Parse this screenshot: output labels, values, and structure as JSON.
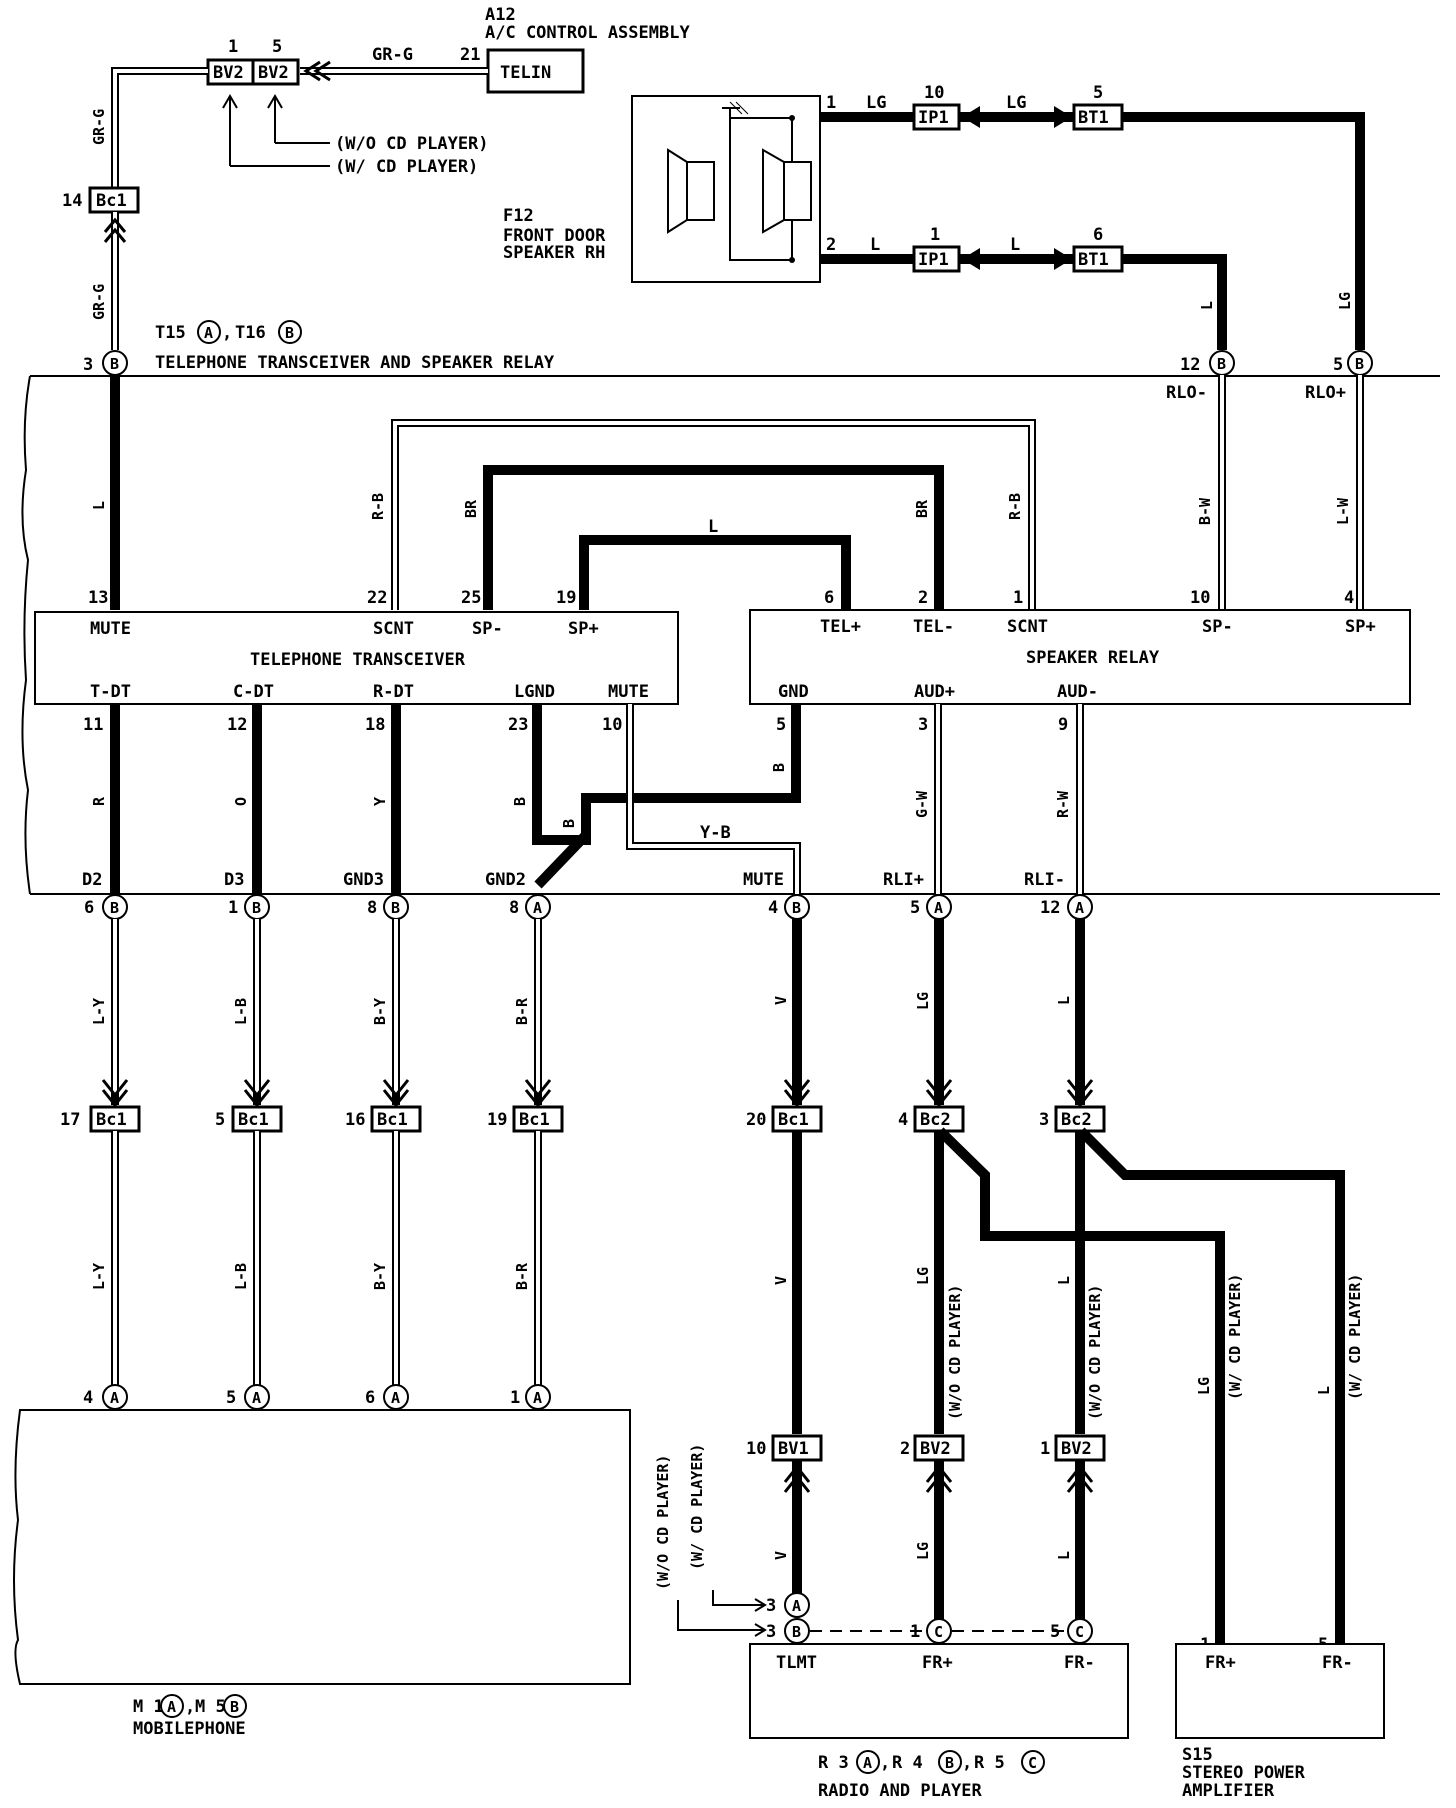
{
  "a12": {
    "code": "A12",
    "name": "A/C CONTROL ASSEMBLY",
    "terminal": "TELIN",
    "pin": "21",
    "wire": "GR-G"
  },
  "bv2_top": {
    "pins": [
      "1",
      "5"
    ],
    "label": "BV2"
  },
  "cd_notes": {
    "without": "(W/O CD PLAYER)",
    "with": "(W/ CD PLAYER)"
  },
  "bc1_top": {
    "pin": "14",
    "label": "Bc1",
    "wire_up": "GR-G",
    "wire_down": "GR-G"
  },
  "f12": {
    "code": "F12",
    "line1": "FRONT DOOR",
    "line2": "SPEAKER RH",
    "pin1": "1",
    "pin2": "2"
  },
  "ip1": {
    "label": "IP1",
    "pin_top": "10",
    "pin_bot": "1"
  },
  "bt1": {
    "label": "BT1",
    "pin_top": "5",
    "pin_bot": "6"
  },
  "spk_wires": {
    "lg": "LG",
    "l": "L"
  },
  "t15": {
    "title_prefix": "T15",
    "title_mid": "T16",
    "connA": "A",
    "connB": "B",
    "name": "TELEPHONE TRANSCEIVER AND SPEAKER RELAY"
  },
  "t15_pins": {
    "p3": "3",
    "p12": "12",
    "p5": "5"
  },
  "relay_out": {
    "rlo_minus": "RLO-",
    "rlo_plus": "RLO+",
    "w1": "B-W",
    "w2": "L-W",
    "w3": "L",
    "w4": "LG"
  },
  "internal_wires": {
    "l": "L",
    "rb": "R-B",
    "br": "BR",
    "b": "B",
    "yb": "Y-B",
    "gw": "G-W",
    "rw": "R-W",
    "r": "R",
    "o": "O",
    "y": "Y"
  },
  "transceiver": {
    "name": "TELEPHONE TRANSCEIVER",
    "top_pins": [
      {
        "n": "13",
        "t": "MUTE"
      },
      {
        "n": "22",
        "t": "SCNT"
      },
      {
        "n": "25",
        "t": "SP-"
      },
      {
        "n": "19",
        "t": "SP+"
      }
    ],
    "bottom_pins": [
      {
        "n": "11",
        "t": "T-DT"
      },
      {
        "n": "12",
        "t": "C-DT"
      },
      {
        "n": "18",
        "t": "R-DT"
      },
      {
        "n": "23",
        "t": "LGND"
      },
      {
        "n": "10",
        "t": "MUTE"
      }
    ]
  },
  "relay": {
    "name": "SPEAKER RELAY",
    "top_pins": [
      {
        "n": "6",
        "t": "TEL+"
      },
      {
        "n": "2",
        "t": "TEL-"
      },
      {
        "n": "1",
        "t": "SCNT"
      },
      {
        "n": "10",
        "t": "SP-"
      },
      {
        "n": "4",
        "t": "SP+"
      }
    ],
    "bottom_pins": [
      {
        "n": "5",
        "t": "GND"
      },
      {
        "n": "3",
        "t": "AUD+"
      },
      {
        "n": "9",
        "t": "AUD-"
      }
    ]
  },
  "lower_labels": [
    "D2",
    "D3",
    "GND3",
    "GND2",
    "MUTE",
    "RLI+",
    "RLI-"
  ],
  "lower_pins": [
    "6",
    "1",
    "8",
    "8",
    "4",
    "5",
    "12"
  ],
  "lower_conns": [
    "B",
    "B",
    "B",
    "A",
    "B",
    "A",
    "A"
  ],
  "wires_mid": [
    "L-Y",
    "L-B",
    "B-Y",
    "B-R",
    "V",
    "LG",
    "L"
  ],
  "bc_mid": [
    {
      "n": "17",
      "t": "Bc1"
    },
    {
      "n": "5",
      "t": "Bc1"
    },
    {
      "n": "16",
      "t": "Bc1"
    },
    {
      "n": "19",
      "t": "Bc1"
    },
    {
      "n": "20",
      "t": "Bc1"
    },
    {
      "n": "4",
      "t": "Bc2"
    },
    {
      "n": "3",
      "t": "Bc2"
    }
  ],
  "wires_low": [
    "L-Y",
    "L-B",
    "B-Y",
    "B-R",
    "V",
    "LG",
    "L",
    "LG",
    "L"
  ],
  "mobile": {
    "pins": [
      "4",
      "5",
      "6",
      "1"
    ],
    "conn": "A",
    "code1": "M 1",
    "code2": "M 5",
    "connA": "A",
    "connB": "B",
    "name": "MOBILEPHONE"
  },
  "bv_low": [
    {
      "n": "10",
      "t": "BV1"
    },
    {
      "n": "2",
      "t": "BV2"
    },
    {
      "n": "1",
      "t": "BV2"
    }
  ],
  "radio": {
    "pins_a": "3",
    "pins_b": "3",
    "pin_c1": "1",
    "pin_c5": "5",
    "connA": "A",
    "connB": "B",
    "connC": "C",
    "terms": [
      "TLMT",
      "FR+",
      "FR-"
    ],
    "code1": "R 3",
    "code2": "R 4",
    "code3": "R 5",
    "name": "RADIO AND PLAYER",
    "wire_v": "V",
    "wire_lg": "LG",
    "wire_l": "L"
  },
  "amp": {
    "pins": [
      "1",
      "5"
    ],
    "terms": [
      "FR+",
      "FR-"
    ],
    "code": "S15",
    "line1": "STEREO POWER",
    "line2": "AMPLIFIER"
  }
}
